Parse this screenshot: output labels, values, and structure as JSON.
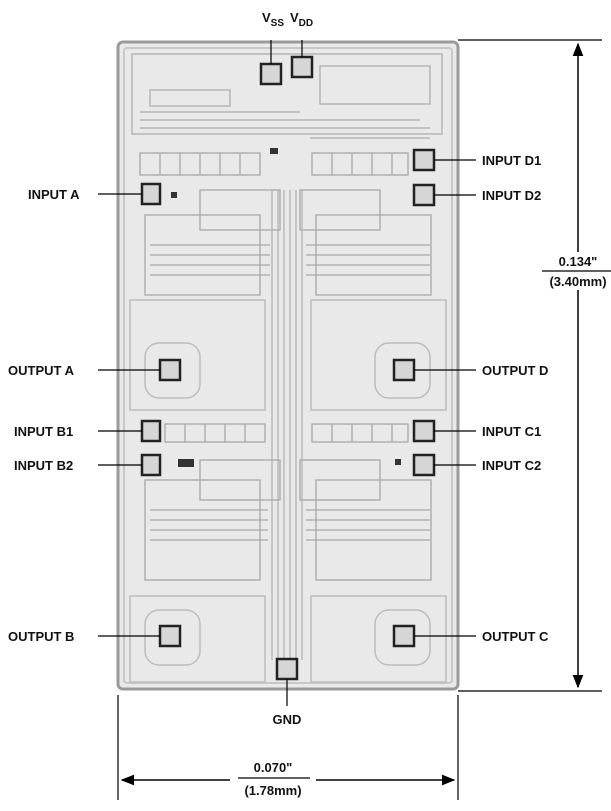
{
  "labels": {
    "vss_main": "V",
    "vss_sub": "SS",
    "vdd_main": "V",
    "vdd_sub": "DD",
    "input_a": "INPUT A",
    "output_a": "OUTPUT A",
    "input_b1": "INPUT B1",
    "input_b2": "INPUT B2",
    "output_b": "OUTPUT B",
    "input_d1": "INPUT D1",
    "input_d2": "INPUT D2",
    "output_d": "OUTPUT D",
    "input_c1": "INPUT C1",
    "input_c2": "INPUT C2",
    "output_c": "OUTPUT C",
    "gnd": "GND"
  },
  "dimensions": {
    "height_in": "0.134\"",
    "height_mm": "(3.40mm)",
    "width_in": "0.070\"",
    "width_mm": "(1.78mm)"
  },
  "colors": {
    "die_fill": "#e9e9e9",
    "die_stroke": "#9a9a9a",
    "circuit": "#b5b5b5",
    "pad": "#222222",
    "line": "#000000"
  }
}
